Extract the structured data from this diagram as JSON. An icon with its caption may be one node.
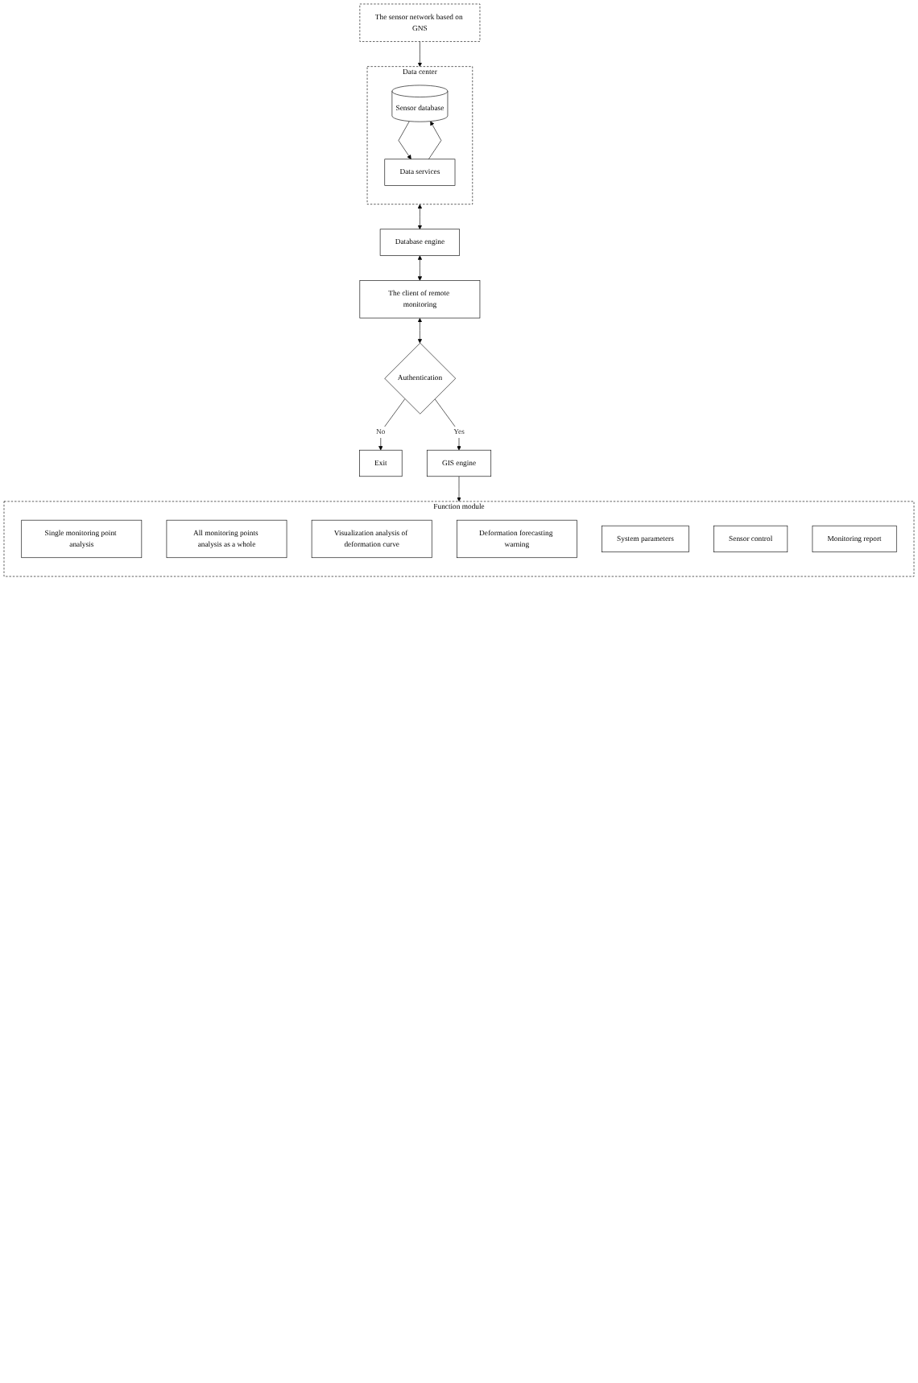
{
  "diagram": {
    "nodes": [
      {
        "text": [
          "The sensor network based on GNS"
        ]
      },
      {
        "text": [
          "Data center"
        ]
      },
      {
        "text": [
          "Sensor database"
        ],
        "in": 1
      },
      {
        "text": [
          "Data services"
        ],
        "in": 1
      },
      {
        "text": [
          "Database engine"
        ]
      },
      {
        "text": [
          "The client of remote monitoring"
        ]
      },
      {
        "text": [
          "Authentication"
        ]
      },
      {
        "text": [
          "Exit"
        ]
      },
      {
        "text": [
          "GIS engine"
        ]
      },
      {
        "text": [
          "Function module"
        ]
      },
      {
        "text": [
          "Single monitoring point analysis"
        ],
        "in": 9
      },
      {
        "text": [
          "All monitoring points analysis as a whole"
        ],
        "in": 9
      },
      {
        "text": [
          "Visualization analysis of deformation curve"
        ],
        "in": 9
      },
      {
        "text": [
          "Deformation forecasting warning"
        ],
        "in": 9
      },
      {
        "text": [
          "System parameters"
        ],
        "in": 9
      },
      {
        "text": [
          "Sensor control"
        ],
        "in": 9
      },
      {
        "text": [
          "Monitoring report"
        ],
        "in": 9
      }
    ],
    "edges": [
      {
        "from": 0,
        "to": 1,
        "arrow": "to"
      },
      {
        "from": 2,
        "to": 3,
        "arrow": "to"
      },
      {
        "from": 3,
        "to": 2,
        "arrow": "to"
      },
      {
        "from": 1,
        "to": 4,
        "arrow": "both"
      },
      {
        "from": 4,
        "to": 5,
        "arrow": "both"
      },
      {
        "from": 5,
        "to": 6,
        "arrow": "both"
      },
      {
        "from": 6,
        "to": 7,
        "arrow": "to",
        "label": "No"
      },
      {
        "from": 6,
        "to": 8,
        "arrow": "to",
        "label": "Yes"
      },
      {
        "from": 8,
        "to": 9,
        "arrow": "to"
      }
    ]
  }
}
